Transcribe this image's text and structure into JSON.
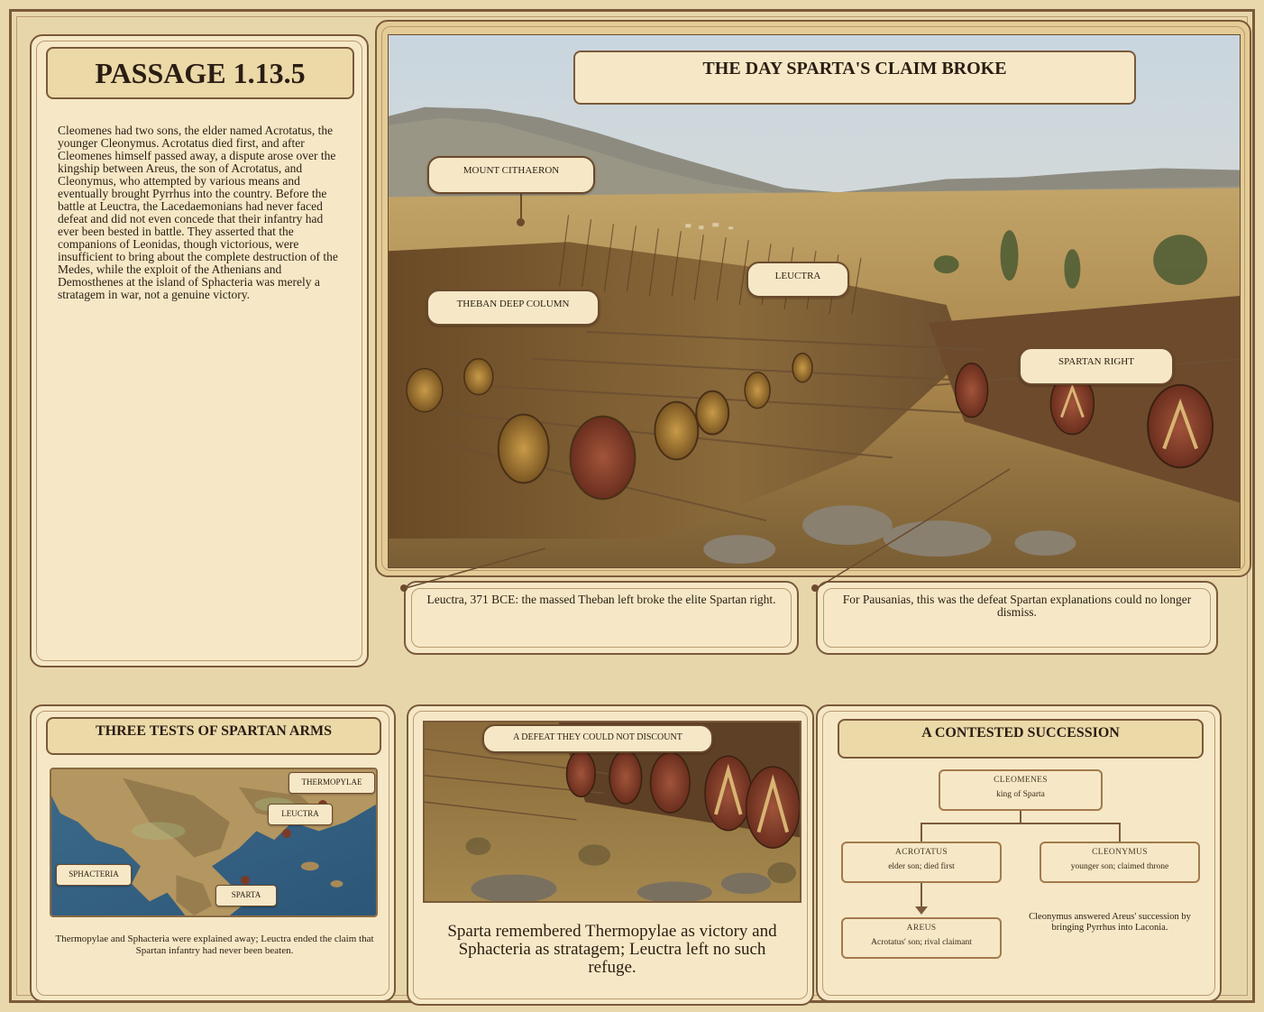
{
  "passage": {
    "title": "PASSAGE 1.13.5",
    "text": "Cleomenes had two sons, the elder named Acrotatus, the younger Cleonymus. Acrotatus died first, and after Cleomenes himself passed away, a dispute arose over the kingship between Areus, the son of Acrotatus, and Cleonymus, who attempted by various means and eventually brought Pyrrhus into the country. Before the battle at Leuctra, the Lacedaemonians had never faced defeat and did not even concede that their infantry had ever been bested in battle. They asserted that the companions of Leonidas, though victorious, were insufficient to bring about the complete destruction of the Medes, while the exploit of the Athenians and Demosthenes at the island of Sphacteria was merely a stratagem in war, not a genuine victory."
  },
  "hero": {
    "title": "THE DAY SPARTA'S CLAIM BROKE",
    "labels": {
      "mount": "MOUNT CITHAERON",
      "leuctra": "LEUCTRA",
      "theban": "THEBAN DEEP COLUMN",
      "spartan": "SPARTAN RIGHT"
    },
    "caption_left": "Leuctra, 371 BCE: the massed Theban left broke the elite Spartan right.",
    "caption_right": "For Pausanias, this was the defeat Spartan explanations could no longer dismiss."
  },
  "tests": {
    "title": "THREE TESTS OF SPARTAN ARMS",
    "map_labels": {
      "thermopylae": "THERMOPYLAE",
      "leuctra": "LEUCTRA",
      "sphacteria": "SPHACTERIA",
      "sparta": "SPARTA"
    },
    "caption": "Thermopylae and Sphacteria were explained away; Leuctra ended the claim that Spartan infantry had never been beaten."
  },
  "defeat": {
    "label": "A DEFEAT THEY COULD NOT DISCOUNT",
    "caption": "Sparta remembered Thermopylae as victory and Sphacteria as stratagem; Leuctra left no such refuge."
  },
  "succession": {
    "title": "A CONTESTED SUCCESSION",
    "nodes": {
      "cleomenes": {
        "name": "CLEOMENES",
        "desc": "king of Sparta"
      },
      "acrotatus": {
        "name": "ACROTATUS",
        "desc": "elder son; died first"
      },
      "cleonymus": {
        "name": "CLEONYMUS",
        "desc": "younger son; claimed throne"
      },
      "areus": {
        "name": "AREUS",
        "desc": "Acrotatus' son; rival claimant"
      }
    },
    "note": "Cleonymus answered Areus' succession by bringing Pyrrhus into Laconia."
  },
  "colors": {
    "parchment": "#f6e8c6",
    "border": "#7a5a3a",
    "title_fill": "#ecd9a8",
    "ink": "#2a1d12"
  }
}
